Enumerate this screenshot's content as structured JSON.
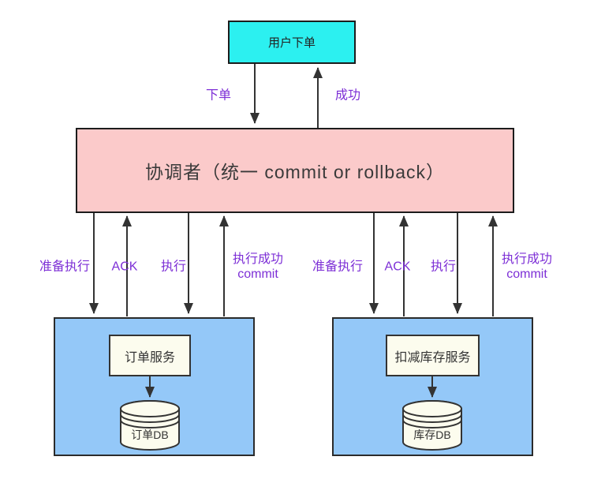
{
  "diagram": {
    "title_hint": "2PC distributed transaction diagram",
    "user_box": "用户下单",
    "coordinator": "协调者（统一 commit or rollback）",
    "order_group": {
      "service": "订单服务",
      "db": "订单DB"
    },
    "inventory_group": {
      "service": "扣减库存服务",
      "db": "库存DB"
    },
    "edge_labels": {
      "place_order": "下单",
      "success": "成功",
      "prepare": "准备执行",
      "ack": "ACK",
      "execute": "执行",
      "commit_l1": "执行成功",
      "commit_l2": "commit"
    },
    "colors": {
      "user_fill": "#2cf0f0",
      "coordinator_fill": "#fbcaca",
      "participant_fill": "#94c8f8",
      "node_fill": "#fcfcee",
      "edge_label": "#7d2fd6",
      "line": "#333333"
    }
  }
}
